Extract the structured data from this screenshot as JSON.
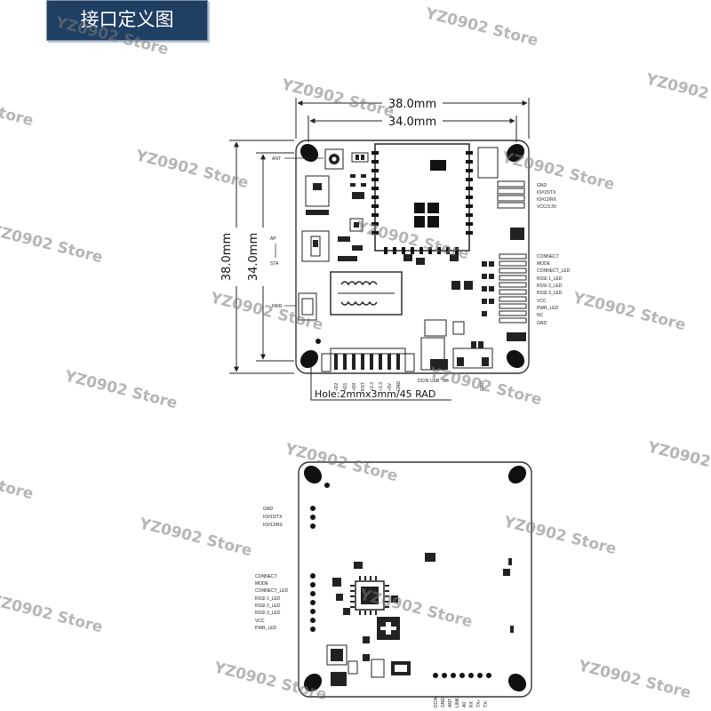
{
  "title": "接口定义图",
  "watermark": "YZ0902 Store",
  "top_board": {
    "dim_width_outer": "38.0mm",
    "dim_width_inner": "34.0mm",
    "dim_height_outer": "38.0mm",
    "dim_height_inner": "34.0mm",
    "hole_note": "Hole:2mmx3mm/45 RAD",
    "left_labels": {
      "ant": "ANT",
      "ap": "AP",
      "sta": "STA",
      "pair": "PAIR"
    },
    "right_pins_top": [
      "GND",
      "IO#15/TX",
      "IO#12/RX",
      "VCC/3.3V"
    ],
    "right_pins_mid": [
      "CONNECT",
      "MODE",
      "CONNECT_LED",
      "RSSI 1_LED",
      "RSSI 2_LED",
      "RSSI 3_LED",
      "VCC",
      "PWR_LED",
      "NC",
      "GND"
    ],
    "bottom_pins": [
      "+D2",
      "+D1",
      "+D0",
      "RST",
      "+3.3",
      "+3.3",
      "+5V",
      "GND"
    ],
    "bottom_right_labels": [
      "DCIN",
      "USB",
      "5V",
      "GND"
    ]
  },
  "bottom_board": {
    "left_pins_top": [
      "GND",
      "IO#15/TX",
      "IO#12/RX"
    ],
    "left_pins_mid": [
      "CONNECT",
      "MODE",
      "CONNECT_LED",
      "RSSI 1_LED",
      "RSSI 2_LED",
      "RSSI 3_LED",
      "VCC",
      "PWR_LED"
    ],
    "bottom_pins": [
      "DCIN",
      "GND",
      "ANT",
      "LINK",
      "A0",
      "RX",
      "TX+",
      "TX-"
    ]
  }
}
